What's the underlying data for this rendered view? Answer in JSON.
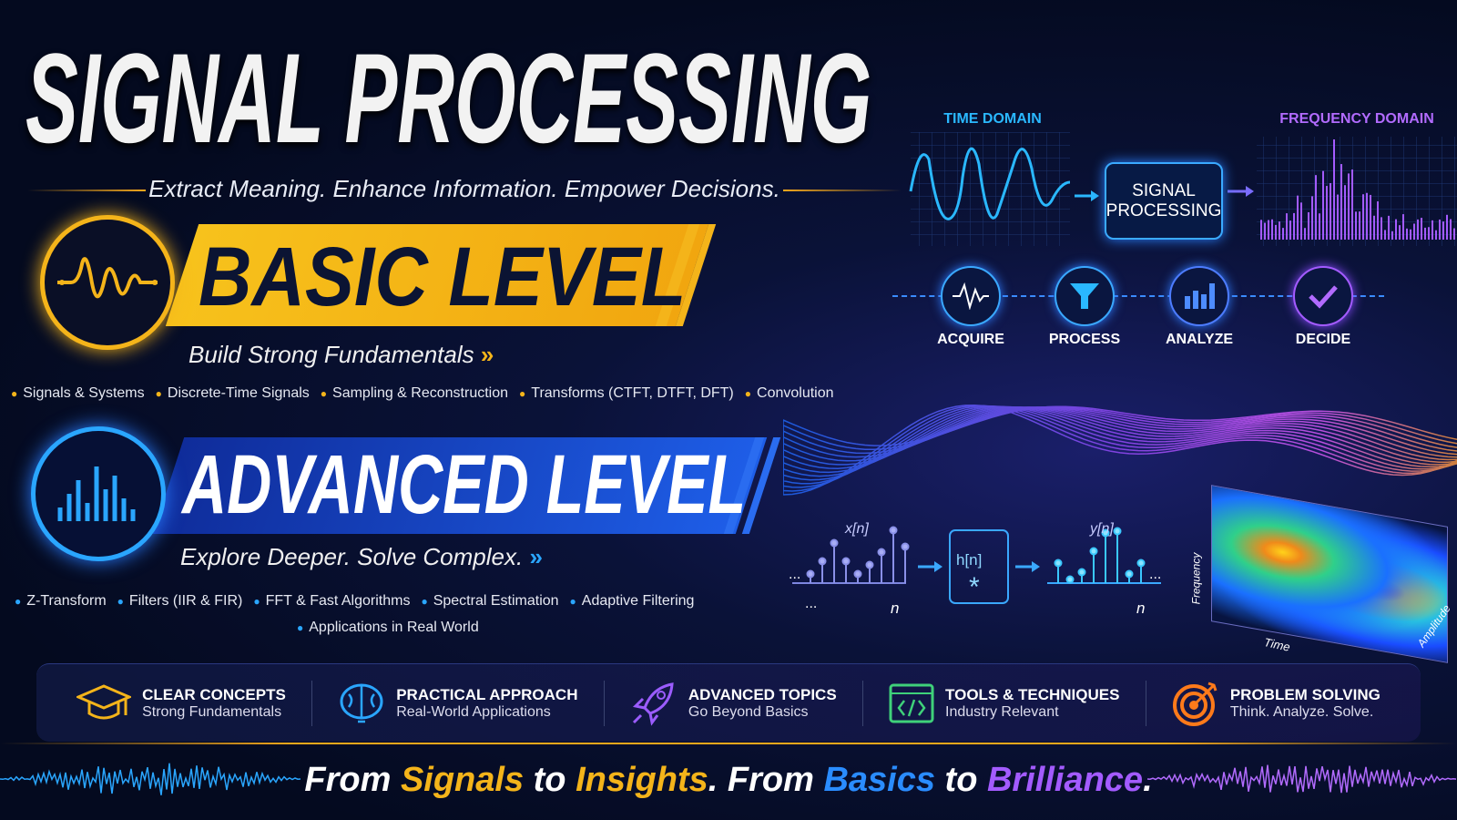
{
  "title": "SIGNAL PROCESSING",
  "tagline": "Extract Meaning. Enhance Information. Empower Decisions.",
  "basic": {
    "title": "BASIC LEVEL",
    "subtitle": "Build Strong Fundamentals",
    "chevrons": "»",
    "topics": [
      "Signals & Systems",
      "Discrete-Time Signals",
      "Sampling & Reconstruction",
      "Transforms (CTFT, DTFT, DFT)",
      "Convolution"
    ]
  },
  "advanced": {
    "title": "ADVANCED LEVEL",
    "subtitle": "Explore Deeper. Solve Complex.",
    "chevrons": "»",
    "topics": [
      "Z-Transform",
      "Filters (IIR & FIR)",
      "FFT & Fast Algorithms",
      "Spectral Estimation",
      "Adaptive Filtering",
      "Applications in Real World"
    ]
  },
  "diagram": {
    "time_domain": "TIME DOMAIN",
    "frequency_domain": "FREQUENCY DOMAIN",
    "box_line1": "SIGNAL",
    "box_line2": "PROCESSING"
  },
  "pipeline": [
    {
      "label": "ACQUIRE",
      "icon": "waveform-icon"
    },
    {
      "label": "PROCESS",
      "icon": "funnel-icon"
    },
    {
      "label": "ANALYZE",
      "icon": "bar-chart-icon"
    },
    {
      "label": "DECIDE",
      "icon": "checkmark-icon"
    }
  ],
  "convolution": {
    "input": "x[n]",
    "system": "h[n]",
    "operator": "*",
    "output": "y[n]",
    "axis": "n",
    "ellipsis": "..."
  },
  "spectrogram": {
    "x_label": "Time",
    "y_label": "Frequency",
    "z_label": "Amplitude"
  },
  "features": [
    {
      "title": "CLEAR CONCEPTS",
      "subtitle": "Strong Fundamentals",
      "icon": "graduation-cap-icon",
      "color": "#f4b41a"
    },
    {
      "title": "PRACTICAL APPROACH",
      "subtitle": "Real-World Applications",
      "icon": "brain-icon",
      "color": "#2aa6ff"
    },
    {
      "title": "ADVANCED TOPICS",
      "subtitle": "Go Beyond Basics",
      "icon": "rocket-icon",
      "color": "#9b5cff"
    },
    {
      "title": "TOOLS & TECHNIQUES",
      "subtitle": "Industry Relevant",
      "icon": "code-window-icon",
      "color": "#3fd17a"
    },
    {
      "title": "PROBLEM SOLVING",
      "subtitle": "Think. Analyze. Solve.",
      "icon": "target-icon",
      "color": "#ff7a1a"
    }
  ],
  "footer": {
    "p1": "From ",
    "p2": "Signals",
    "p3": " to ",
    "p4": "Insights",
    "p5": ". From ",
    "p6": "Basics",
    "p7": " to ",
    "p8": "Brilliance",
    "p9": "."
  },
  "colors": {
    "yellow": "#f4b41a",
    "blue": "#1e5ee8",
    "purple": "#9b5cff",
    "cyan": "#2aa6ff"
  }
}
